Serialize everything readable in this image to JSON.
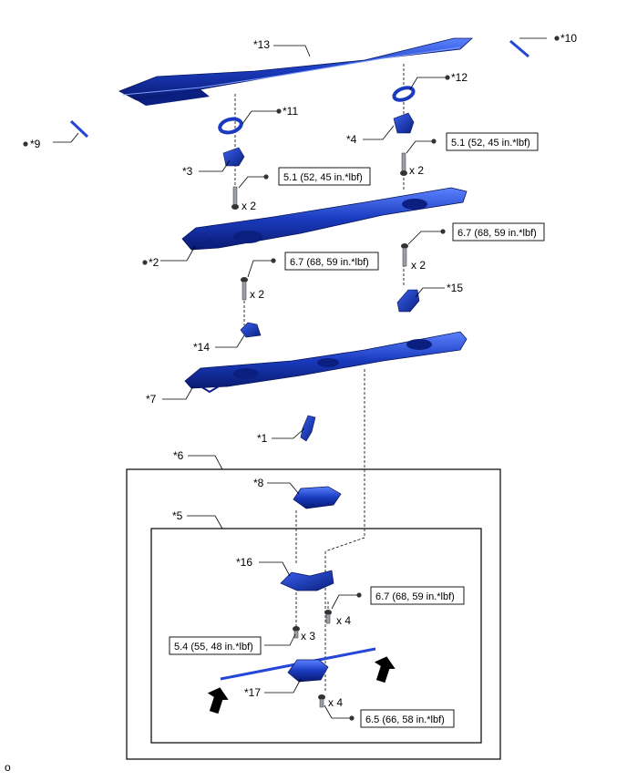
{
  "diagram": {
    "callouts": {
      "c1": "*1",
      "c2": "*2",
      "c3": "*3",
      "c4": "*4",
      "c5": "*5",
      "c6": "*6",
      "c7": "*7",
      "c8": "*8",
      "c9": "*9",
      "c10": "*10",
      "c11": "*11",
      "c12": "*12",
      "c13": "*13",
      "c14": "*14",
      "c15": "*15",
      "c16": "*16",
      "c17": "*17"
    },
    "torque": {
      "t1": "5.1 (52, 45 in.*lbf)",
      "t2": "5.1 (52, 45 in.*lbf)",
      "t3": "6.7 (68, 59 in.*lbf)",
      "t4": "6.7 (68, 59 in.*lbf)",
      "t5": "6.7 (68, 59 in.*lbf)",
      "t6": "5.4 (55, 48 in.*lbf)",
      "t7": "6.5 (66, 58 in.*lbf)"
    },
    "quantities": {
      "q1": "x 2",
      "q2": "x 2",
      "q3": "x 2",
      "q4": "x 2",
      "q5": "x 4",
      "q6": "x 3",
      "q7": "x 4"
    },
    "figure_id": "o"
  },
  "colors": {
    "part_blue": "#1a3bbf",
    "part_dark": "#0a1f80",
    "part_light": "#4f78ff",
    "line": "#000000"
  }
}
